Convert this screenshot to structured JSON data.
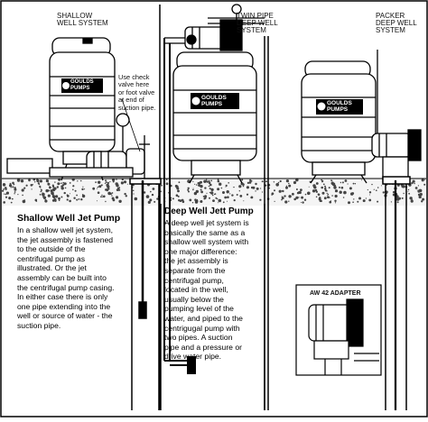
{
  "labels": {
    "shallow_system": [
      "SHALLOW",
      "WELL SYSTEM"
    ],
    "twin_pipe_system": [
      "TWIN PIPE",
      "DEEP WELL",
      "SYSTEM"
    ],
    "packer_system": [
      "PACKER",
      "DEEP WELL",
      "SYSTEM"
    ],
    "check_valve_note": [
      "Use check",
      "valve here",
      "or foot valve",
      "at end of",
      "suction pipe."
    ],
    "adapter": "AW 42 ADAPTER",
    "tank_brand": [
      "GOULDS",
      "PUMPS"
    ]
  },
  "shallow_text": {
    "heading": "Shallow Well Jet Pump",
    "lines": [
      "In a shallow well jet system,",
      "the jet assembly is fastened",
      "to the outside of the",
      "centrifugal pump as",
      "illustrated. Or the jet",
      "assembly can be built into",
      "the centrifugal pump casing.",
      "In either case there is only",
      "one pipe extending into the",
      "well or source of water - the",
      "suction pipe."
    ]
  },
  "deep_text": {
    "heading": "Deep Well Jett Pump",
    "lines": [
      "A deep well jet system is",
      "basically the same as a",
      "shallow well system with",
      "one major difference:",
      "the jet assembly is",
      "separate from the",
      "centrifugal pump,",
      "located in the well,",
      "usually below the",
      "pumping level of the",
      "water, and piped to the",
      "centrigugal pump with",
      "two pipes. A suction",
      "pipe and a pressure or",
      "drive water pipe."
    ]
  },
  "colors": {
    "ink": "#000000",
    "paper": "#ffffff",
    "gravel": "#555555"
  }
}
